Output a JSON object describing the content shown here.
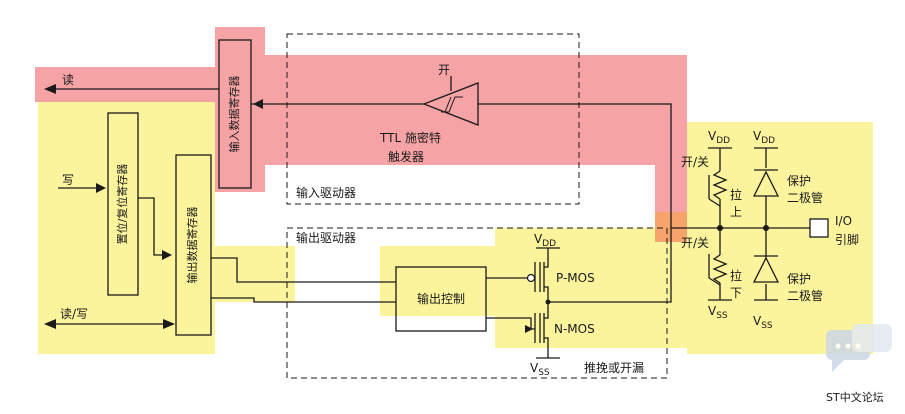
{
  "colors": {
    "highlight_input": "#f6a3a6",
    "highlight_output": "#fbf49c",
    "highlight_overlap": "#f8a36c",
    "line": "#1a1a1a",
    "watermark": "#cbd6e6",
    "watermark_text": "#3d6fae"
  },
  "labels": {
    "read": "读",
    "write": "写",
    "read_write": "读/写",
    "input_data_register": "输入数据寄存器",
    "set_reset_register": "置位/复位寄存器",
    "output_data_register": "输出数据寄存器",
    "switch_on": "开",
    "ttl_trigger_line1": "TTL 施密特",
    "ttl_trigger_line2": "触发器",
    "input_driver": "输入驱动器",
    "output_driver": "输出驱动器",
    "output_control": "输出控制",
    "p_mos": "P-MOS",
    "n_mos": "N-MOS",
    "push_pull_open_drain": "推挽或开漏",
    "on_off_top": "开/关",
    "on_off_bottom": "开/关",
    "pull_up_line1": "拉",
    "pull_up_line2": "上",
    "pull_down_line1": "拉",
    "pull_down_line2": "下",
    "protection_top_line1": "保护",
    "protection_top_line2": "二极管",
    "protection_bottom_line1": "保护",
    "protection_bottom_line2": "二极管",
    "io_line1": "I/O",
    "io_line2": "引脚"
  },
  "supply": {
    "v_main": "V",
    "dd_sub": "DD",
    "ss_sub": "SS"
  },
  "watermark": {
    "text": "ST中文论坛",
    "icon": "chat-bubble-icon"
  }
}
